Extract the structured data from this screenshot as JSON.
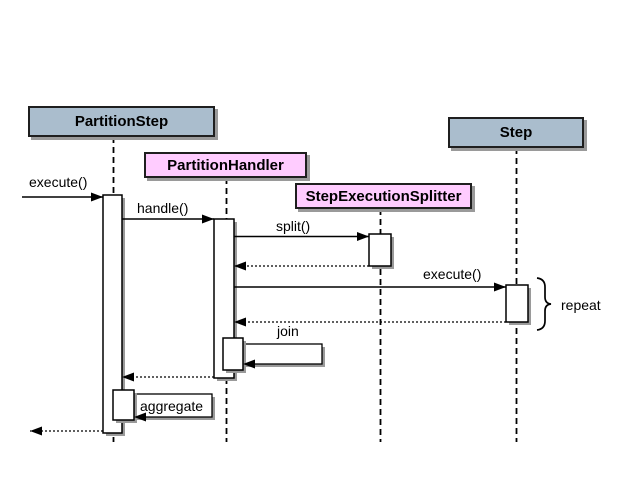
{
  "diagram": {
    "participants": [
      {
        "label": "PartitionStep",
        "fill": "#aabdcd"
      },
      {
        "label": "PartitionHandler",
        "fill": "#ffccff"
      },
      {
        "label": "StepExecutionSplitter",
        "fill": "#ffccff"
      },
      {
        "label": "Step",
        "fill": "#aabdcd"
      }
    ],
    "messages": [
      {
        "label": "execute()",
        "kind": "call"
      },
      {
        "label": "handle()",
        "kind": "call"
      },
      {
        "label": "split()",
        "kind": "call"
      },
      {
        "label": "execute()",
        "kind": "call"
      },
      {
        "label": "join",
        "kind": "self-call"
      },
      {
        "label": "aggregate",
        "kind": "self-call"
      }
    ],
    "annotations": [
      {
        "label": "repeat"
      }
    ],
    "colors": {
      "participant_blue": "#aabdcd",
      "participant_pink": "#ffccff",
      "shadow": "#9a9a9a",
      "line": "#000000",
      "background": "#ffffff"
    }
  }
}
